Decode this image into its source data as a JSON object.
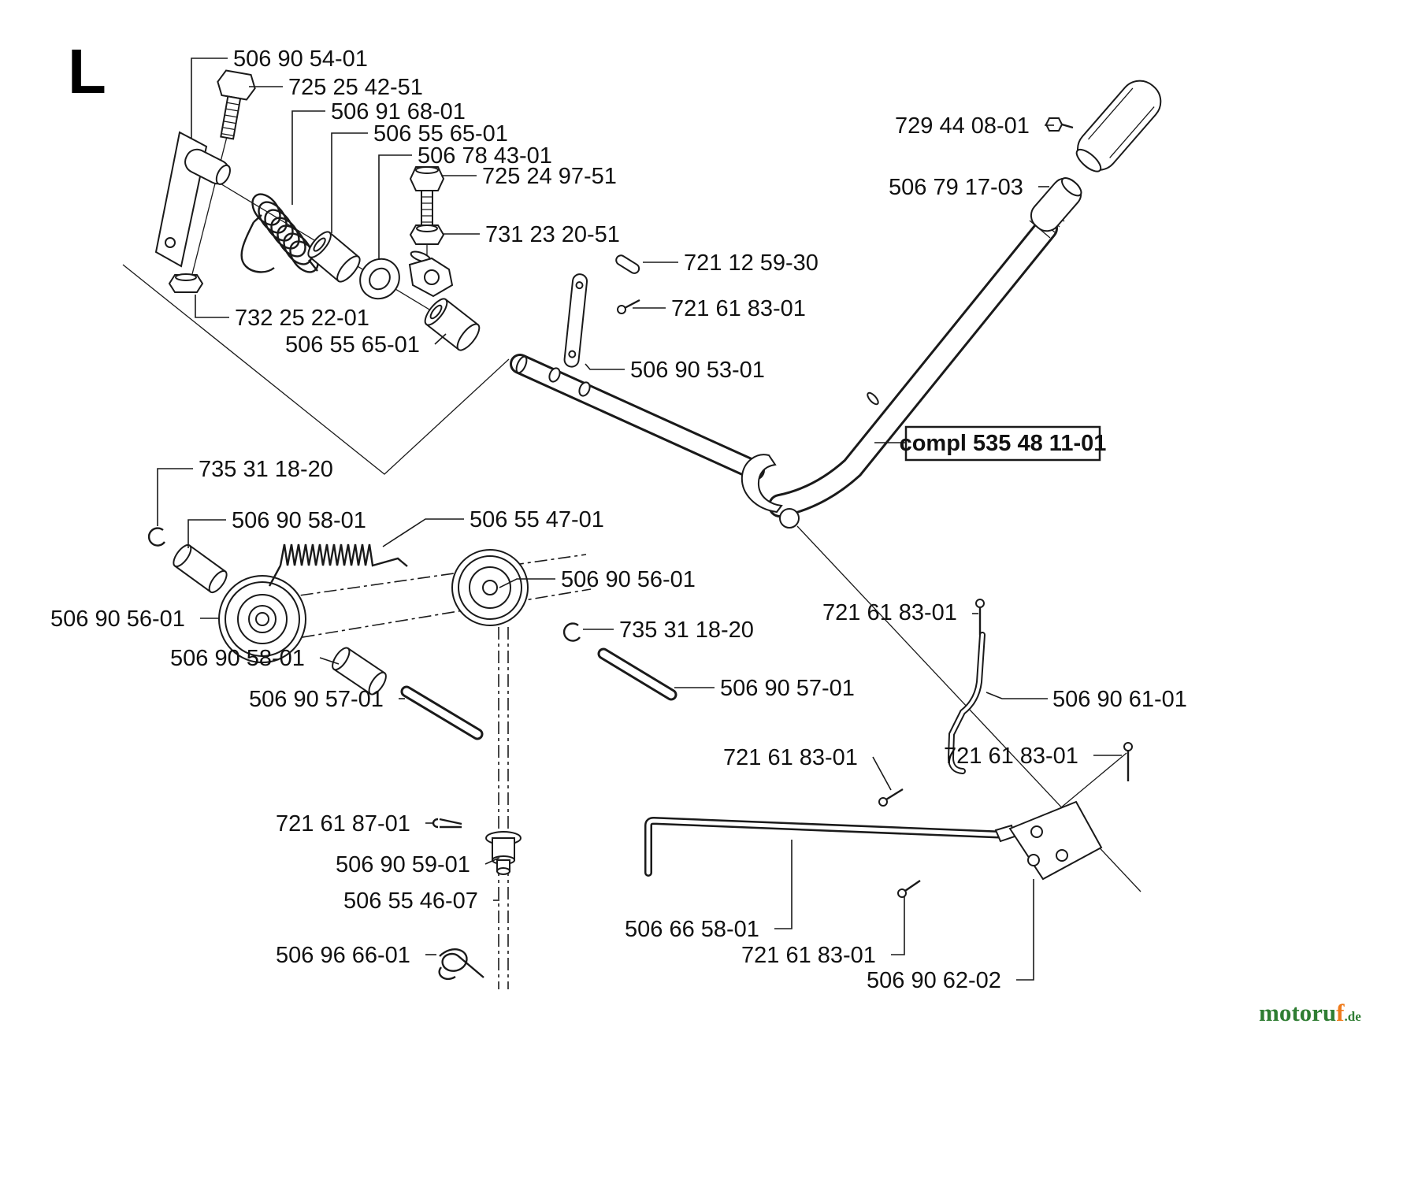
{
  "page": {
    "section_letter": "L"
  },
  "diagram": {
    "assembly_box_label": "compl 535 48 11-01",
    "labels": [
      {
        "text": "506 90 54-01"
      },
      {
        "text": "725 25 42-51"
      },
      {
        "text": "506 91 68-01"
      },
      {
        "text": "506 55 65-01"
      },
      {
        "text": "506 78 43-01"
      },
      {
        "text": "725 24 97-51"
      },
      {
        "text": "731 23 20-51"
      },
      {
        "text": "729 44 08-01"
      },
      {
        "text": "506 79 17-03"
      },
      {
        "text": "721 12 59-30"
      },
      {
        "text": "721 61 83-01"
      },
      {
        "text": "732 25 22-01"
      },
      {
        "text": "506 55 65-01"
      },
      {
        "text": "506 90 53-01"
      },
      {
        "text": "735 31 18-20"
      },
      {
        "text": "506 90 58-01"
      },
      {
        "text": "506 55 47-01"
      },
      {
        "text": "506 90 56-01"
      },
      {
        "text": "506 90 56-01"
      },
      {
        "text": "735 31 18-20"
      },
      {
        "text": "506 90 58-01"
      },
      {
        "text": "506 90 57-01"
      },
      {
        "text": "506 90 57-01"
      },
      {
        "text": "721 61 83-01"
      },
      {
        "text": "506 90 61-01"
      },
      {
        "text": "721 61 83-01"
      },
      {
        "text": "721 61 83-01"
      },
      {
        "text": "721 61 87-01"
      },
      {
        "text": "506 90 59-01"
      },
      {
        "text": "506 55 46-07"
      },
      {
        "text": "506 66 58-01"
      },
      {
        "text": "506 96 66-01"
      },
      {
        "text": "721 61 83-01"
      },
      {
        "text": "506 90 62-02"
      }
    ]
  },
  "watermark": {
    "brand_prefix": "motoru",
    "brand_accent": "f",
    "domain_suffix": ".de",
    "color_green": "#2f7d33",
    "color_orange": "#ef7a1a"
  }
}
